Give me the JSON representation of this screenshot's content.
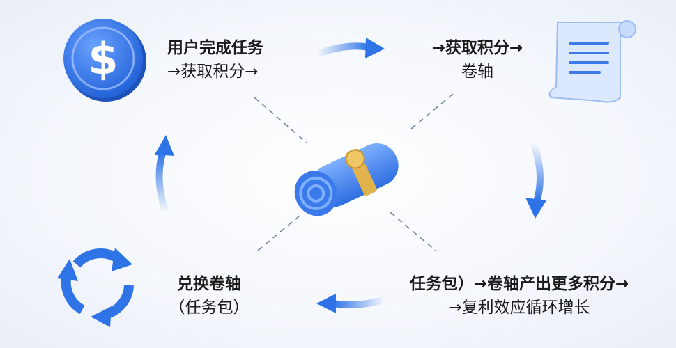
{
  "step1": {
    "line1": "用户完成任务",
    "line2": "→获取积分→"
  },
  "step2": {
    "line1": "→获取积分→",
    "line2": "卷轴"
  },
  "step3": {
    "line1": "任务包）→卷轴产出更多积分→",
    "line2": "→复利效应循环增长"
  },
  "step4": {
    "line1": "兑换卷轴",
    "line2": "（任务包）"
  },
  "icons": [
    "dollar-coin-icon",
    "document-scroll-icon",
    "rolled-scroll-icon",
    "refresh-cycle-icon"
  ],
  "colors": {
    "accent": "#2f74e6",
    "gold": "#e2b24d"
  }
}
